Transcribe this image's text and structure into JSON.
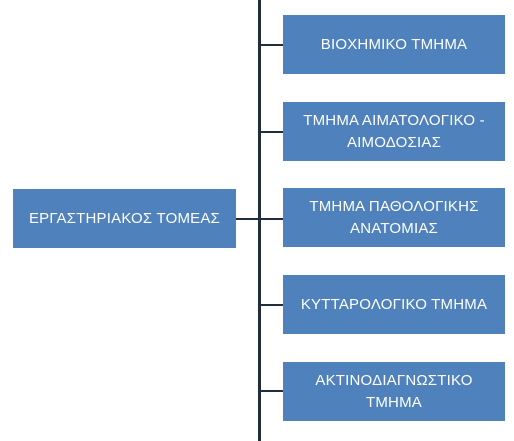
{
  "root": {
    "label": "ΕΡΓΑΣΤΗΡΙΑΚΟΣ ΤΟΜΕΑΣ"
  },
  "children": [
    {
      "label": "ΒΙΟΧΗΜΙΚΟ ΤΜΗΜΑ"
    },
    {
      "label": "ΤΜΗΜΑ ΑΙΜΑΤΟΛΟΓΙΚΟ - ΑΙΜΟΔΟΣΙΑΣ"
    },
    {
      "label": "ΤΜΗΜΑ ΠΑΘΟΛΟΓΙΚΗΣ ΑΝΑΤΟΜΙΑΣ"
    },
    {
      "label": "ΚΥΤΤΑΡΟΛΟΓΙΚΟ ΤΜΗΜΑ"
    },
    {
      "label": "ΑΚΤΙΝΟΔΙΑΓΝΩΣΤΙΚΟ ΤΜΗΜΑ"
    }
  ],
  "colors": {
    "box_fill": "#4f81bd",
    "box_text": "#ffffff",
    "connector": "#1f2d3d"
  }
}
